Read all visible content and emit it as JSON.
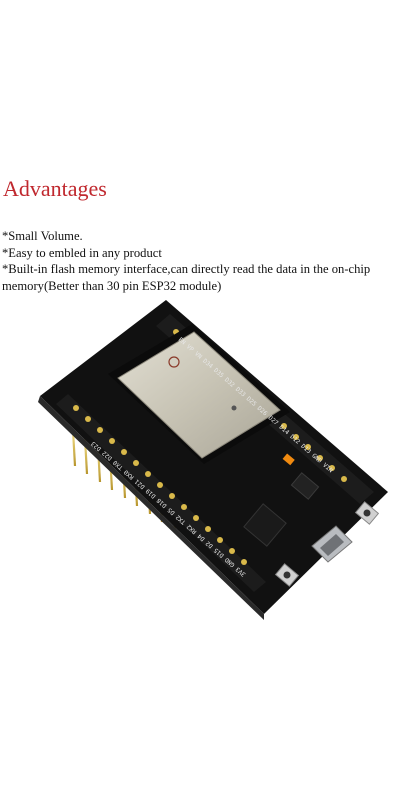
{
  "heading": "Advantages",
  "features": [
    "*Small Volume.",
    "*Easy to embled in any product",
    "*Built-in flash memory interface,can directly read the data in the on-chip memory(Better than 30 pin ESP32 module)"
  ],
  "board": {
    "left_pin_labels": "EN VP VN D34 D35 D32 D33 D25 D26 D27 D14 D12 D13 GND VIN",
    "right_pin_labels": "3V3 GND D15 D2 D4 RX2 TX2 D5 D18 D19 D21 RX0 TX0 D22 D23",
    "colors": {
      "pcb": "#111111",
      "module_shield": "#c7c3b4",
      "pins": "#d9b94a",
      "led": "#f08a10"
    }
  }
}
